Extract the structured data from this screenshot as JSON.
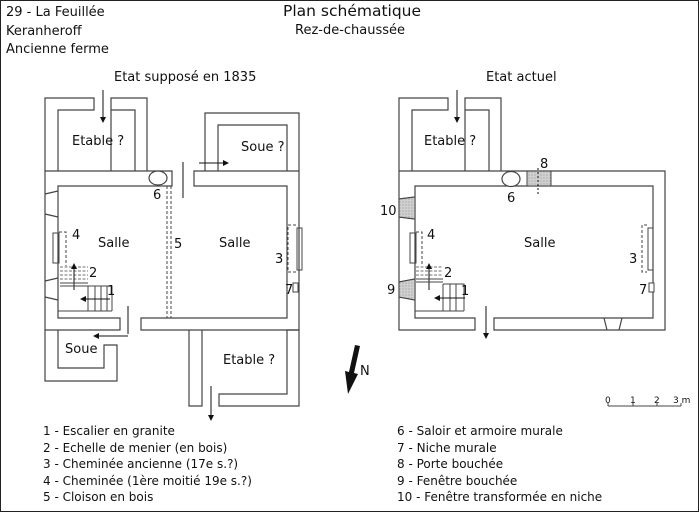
{
  "header": {
    "location": [
      "29 - La Feuillée",
      "Keranheroff",
      "Ancienne ferme"
    ],
    "title": "Plan schématique",
    "subtitle": "Rez-de-chaussée"
  },
  "plans": {
    "left": {
      "label": "Etat supposé en 1835",
      "rooms": {
        "etable_north": "Etable ?",
        "soue_north": "Soue ?",
        "salle_west": "Salle",
        "salle_east": "Salle",
        "soue_south": "Soue",
        "etable_south": "Etable ?"
      },
      "markers": [
        "1",
        "2",
        "3",
        "4",
        "5",
        "6",
        "7"
      ]
    },
    "right": {
      "label": "Etat actuel",
      "rooms": {
        "etable_north": "Etable ?",
        "salle": "Salle"
      },
      "markers": [
        "1",
        "2",
        "3",
        "4",
        "6",
        "7",
        "8",
        "9",
        "10"
      ]
    }
  },
  "north_arrow": {
    "label": "N"
  },
  "scale_bar": {
    "ticks": [
      "0",
      "1",
      "2",
      "3 m"
    ]
  },
  "legend": {
    "left": [
      "1 - Escalier en granite",
      "2 - Echelle de menier (en bois)",
      "3 - Cheminée ancienne (17e s.?)",
      "4 - Cheminée (1ère moitié 19e s.?)",
      "5 - Cloison en bois"
    ],
    "right": [
      "6 - Saloir et armoire murale",
      "7 - Niche murale",
      "8 - Porte bouchée",
      "9 - Fenêtre bouchée",
      "10 - Fenêtre transformée en niche"
    ]
  },
  "colors": {
    "wall": "#444444",
    "hatched_fill": "#cccccc",
    "text": "#111111"
  }
}
